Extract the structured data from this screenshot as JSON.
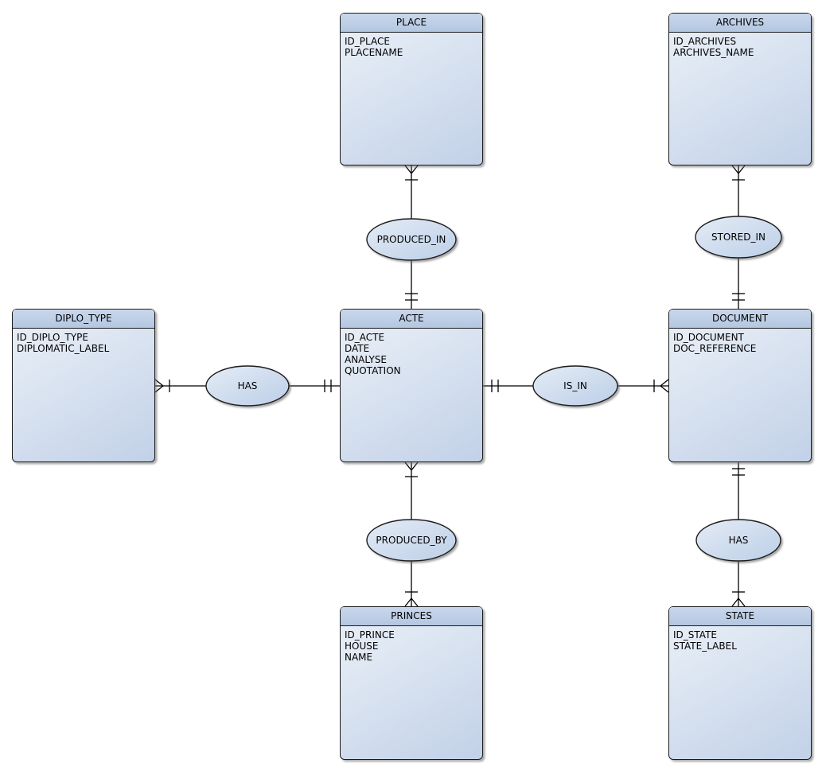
{
  "diagram": {
    "type": "entity-relationship",
    "notation": "crow's foot (conceptual data model)",
    "background": "#ffffff",
    "entities": [
      {
        "name": "PLACE",
        "attributes": [
          "ID_PLACE",
          "PLACENAME"
        ]
      },
      {
        "name": "ARCHIVES",
        "attributes": [
          "ID_ARCHIVES",
          "ARCHIVES_NAME"
        ]
      },
      {
        "name": "DIPLO_TYPE",
        "attributes": [
          "ID_DIPLO_TYPE",
          "DIPLOMATIC_LABEL"
        ]
      },
      {
        "name": "ACTE",
        "attributes": [
          "ID_ACTE",
          "DATE",
          "ANALYSE",
          "QUOTATION"
        ]
      },
      {
        "name": "DOCUMENT",
        "attributes": [
          "ID_DOCUMENT",
          "DOC_REFERENCE"
        ]
      },
      {
        "name": "PRINCES",
        "attributes": [
          "ID_PRINCE",
          "HOUSE",
          "NAME"
        ]
      },
      {
        "name": "STATE",
        "attributes": [
          "ID_STATE",
          "STATE_LABEL"
        ]
      }
    ],
    "relationships": [
      {
        "label": "PRODUCED_IN",
        "from": "PLACE",
        "to": "ACTE",
        "from_cardinality": "many (crow's foot + one tick)",
        "to_cardinality": "exactly one (double tick)"
      },
      {
        "label": "STORED_IN",
        "from": "ARCHIVES",
        "to": "DOCUMENT",
        "from_cardinality": "many (crow's foot + one tick)",
        "to_cardinality": "exactly one (double tick)"
      },
      {
        "label": "HAS",
        "from": "DIPLO_TYPE",
        "to": "ACTE",
        "from_cardinality": "many (crow's foot + one tick)",
        "to_cardinality": "exactly one (double tick)"
      },
      {
        "label": "IS_IN",
        "from": "ACTE",
        "to": "DOCUMENT",
        "from_cardinality": "exactly one (double tick)",
        "to_cardinality": "many (crow's foot + one tick)"
      },
      {
        "label": "PRODUCED_BY",
        "from": "ACTE",
        "to": "PRINCES",
        "from_cardinality": "many (crow's foot + one tick)",
        "to_cardinality": "many (one tick + crow's foot)"
      },
      {
        "label": "HAS",
        "from": "DOCUMENT",
        "to": "STATE",
        "from_cardinality": "exactly one (double tick)",
        "to_cardinality": "many (one tick + crow's foot)"
      }
    ],
    "colors": {
      "entity_header_top": "#c9d7ec",
      "entity_header_bottom": "#b4c7e1",
      "entity_body_light": "#eaf0f8",
      "entity_body_dark": "#c2d1e8",
      "ellipse_light": "#e4ecf6",
      "ellipse_dark": "#bccee7",
      "border": "#1a1a1a",
      "connector": "#000000",
      "background": "#ffffff"
    }
  }
}
